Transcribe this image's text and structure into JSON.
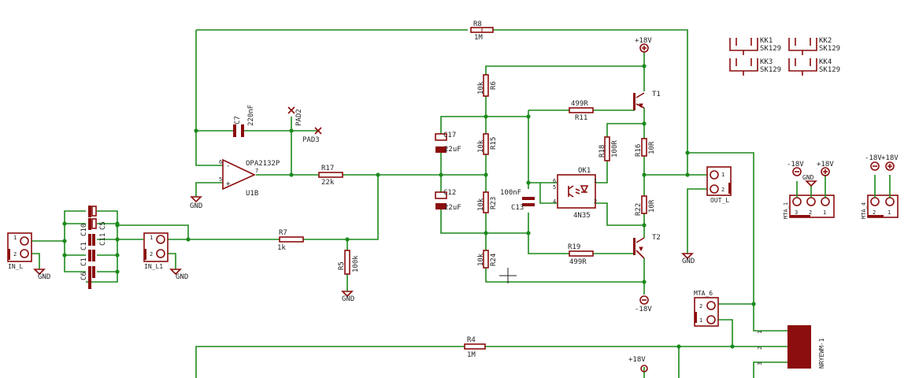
{
  "colors": {
    "wire": "#1d8a1d",
    "part": "#8b0d0d",
    "text": "#222222",
    "background": "#ffffff"
  },
  "resistors": {
    "R8": {
      "name": "R8",
      "value": "1M"
    },
    "R6": {
      "name": "R6",
      "value": "10k"
    },
    "R11": {
      "name": "R11",
      "value": "499R"
    },
    "R15": {
      "name": "R15",
      "value": "10k"
    },
    "R17": {
      "name": "R17",
      "value": "22k"
    },
    "R18": {
      "name": "R18",
      "value": "100R"
    },
    "R16": {
      "name": "R16",
      "value": "10R"
    },
    "R23": {
      "name": "R23",
      "value": "10k"
    },
    "R22": {
      "name": "R22",
      "value": "10R"
    },
    "R7": {
      "name": "R7",
      "value": "1k"
    },
    "R5": {
      "name": "R5",
      "value": "100k"
    },
    "R24": {
      "name": "R24",
      "value": "10k"
    },
    "R19": {
      "name": "R19",
      "value": "499R"
    },
    "R4": {
      "name": "R4",
      "value": "1M"
    }
  },
  "capacitors": {
    "C7": {
      "name": "C7",
      "value": "220nF"
    },
    "C17": {
      "name": "C17",
      "value": "22uF"
    },
    "C12": {
      "name": "C12",
      "value": "22uF"
    },
    "C13": {
      "name": "C13",
      "value": "100nF"
    },
    "bank": [
      "C10",
      "C1",
      "C5",
      "C11",
      "C1",
      "C6"
    ]
  },
  "opamp": {
    "name": "U1B",
    "part": "OPA2132P",
    "pin_minus": "-",
    "pin_plus": "+",
    "pin6": "6",
    "pin5": "5",
    "pin7": "7"
  },
  "optocoupler": {
    "name": "OK1",
    "part": "4N35",
    "pins": [
      "6",
      "5",
      "4",
      "1",
      "2"
    ]
  },
  "transistors": {
    "T1": "T1",
    "T2": "T2"
  },
  "pads": {
    "PAD2": "PAD2",
    "PAD3": "PAD3"
  },
  "connectors": {
    "in_l": {
      "name": "IN_L",
      "pins": [
        "1",
        "2"
      ]
    },
    "in_l1": {
      "name": "IN_L1",
      "pins": [
        "1",
        "2"
      ]
    },
    "out_l": {
      "name": "OUT_L",
      "pins": [
        "1",
        "2"
      ]
    },
    "mta6": {
      "name": "MTA_6",
      "pins": [
        "2",
        "1"
      ]
    },
    "mta1": {
      "name": "MTA_1",
      "pins": [
        "3",
        "2",
        "1"
      ]
    },
    "mta4": {
      "name": "MTA_4",
      "pins": [
        "2",
        "1"
      ]
    },
    "relay": {
      "name": "NRYEWM-1",
      "pins": [
        "1",
        "2",
        "3"
      ]
    }
  },
  "heatsinks": [
    {
      "name": "KK1",
      "part": "SK129"
    },
    {
      "name": "KK2",
      "part": "SK129"
    },
    {
      "name": "KK3",
      "part": "SK129"
    },
    {
      "name": "KK4",
      "part": "SK129"
    }
  ],
  "supplies": {
    "pos": "+18V",
    "neg": "-18V",
    "gnd": "GND"
  }
}
